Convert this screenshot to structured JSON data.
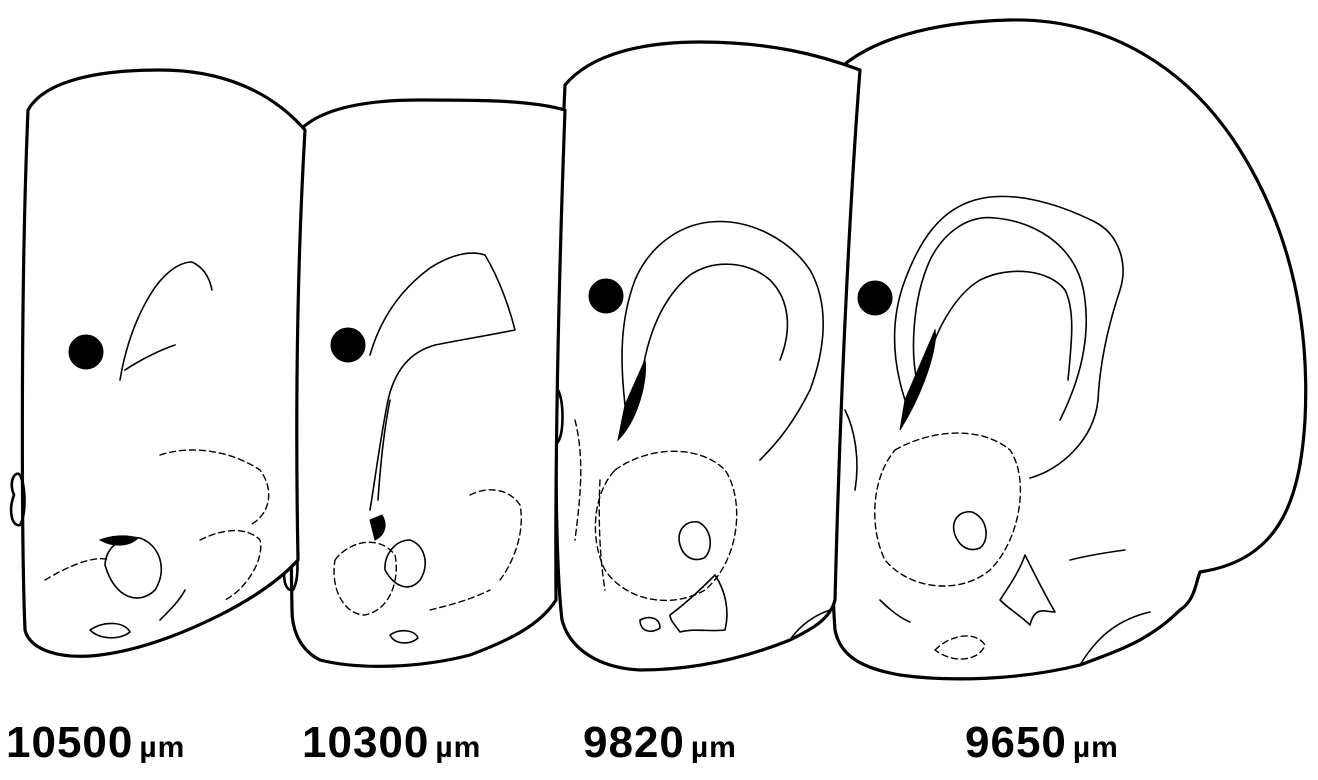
{
  "sections": [
    {
      "depth": "10500",
      "unit": "µm"
    },
    {
      "depth": "10300",
      "unit": "µm"
    },
    {
      "depth": "9820",
      "unit": "µm"
    },
    {
      "depth": "9650",
      "unit": "µm"
    }
  ]
}
